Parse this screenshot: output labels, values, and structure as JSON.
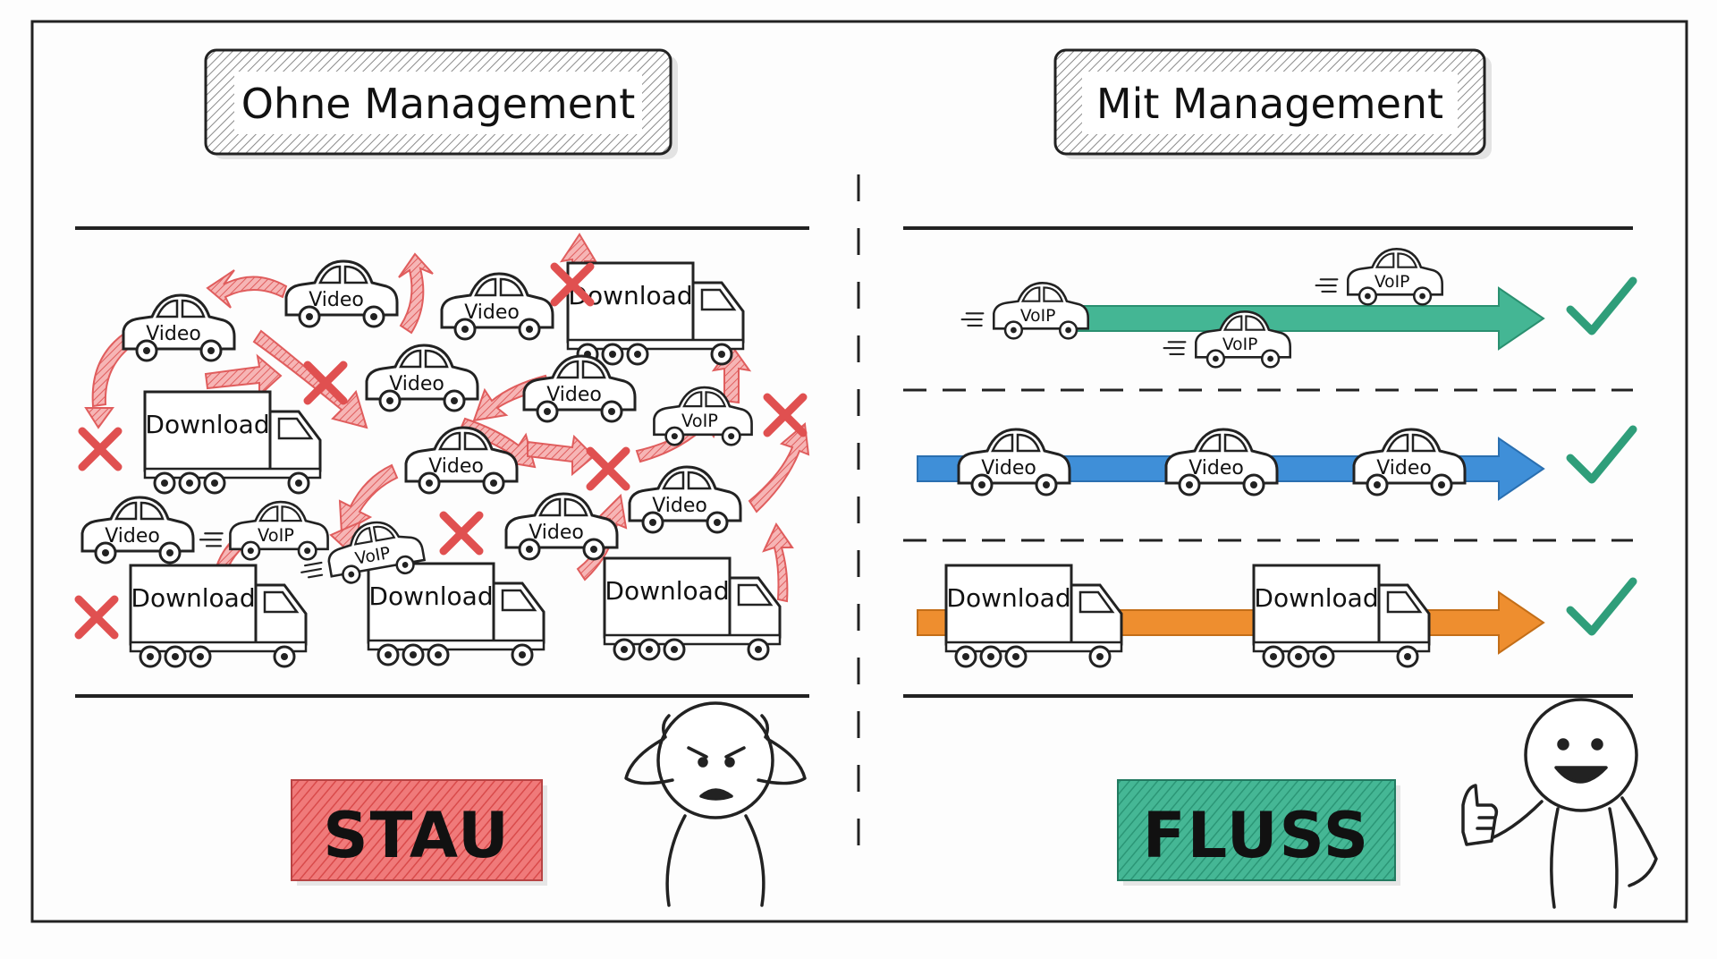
{
  "panels": {
    "left": {
      "title": "Ohne Management",
      "status": "STAU",
      "status_color": "#e86a6a",
      "mood": "frustrated"
    },
    "right": {
      "title": "Mit Management",
      "status": "FLUSS",
      "status_color": "#3aa98a",
      "mood": "happy"
    }
  },
  "labels": {
    "video": "Video",
    "voip": "VoIP",
    "download": "Download"
  },
  "lanes": [
    {
      "type": "VoIP",
      "color": "#2fa886",
      "check": "checkmark"
    },
    {
      "type": "Video",
      "color": "#2f7fd0",
      "check": "checkmark"
    },
    {
      "type": "Download",
      "color": "#e8892a",
      "check": "checkmark"
    }
  ],
  "colors": {
    "chaos_arrow": "#e86a6a",
    "check": "#2f9e7a",
    "ink": "#222222"
  }
}
